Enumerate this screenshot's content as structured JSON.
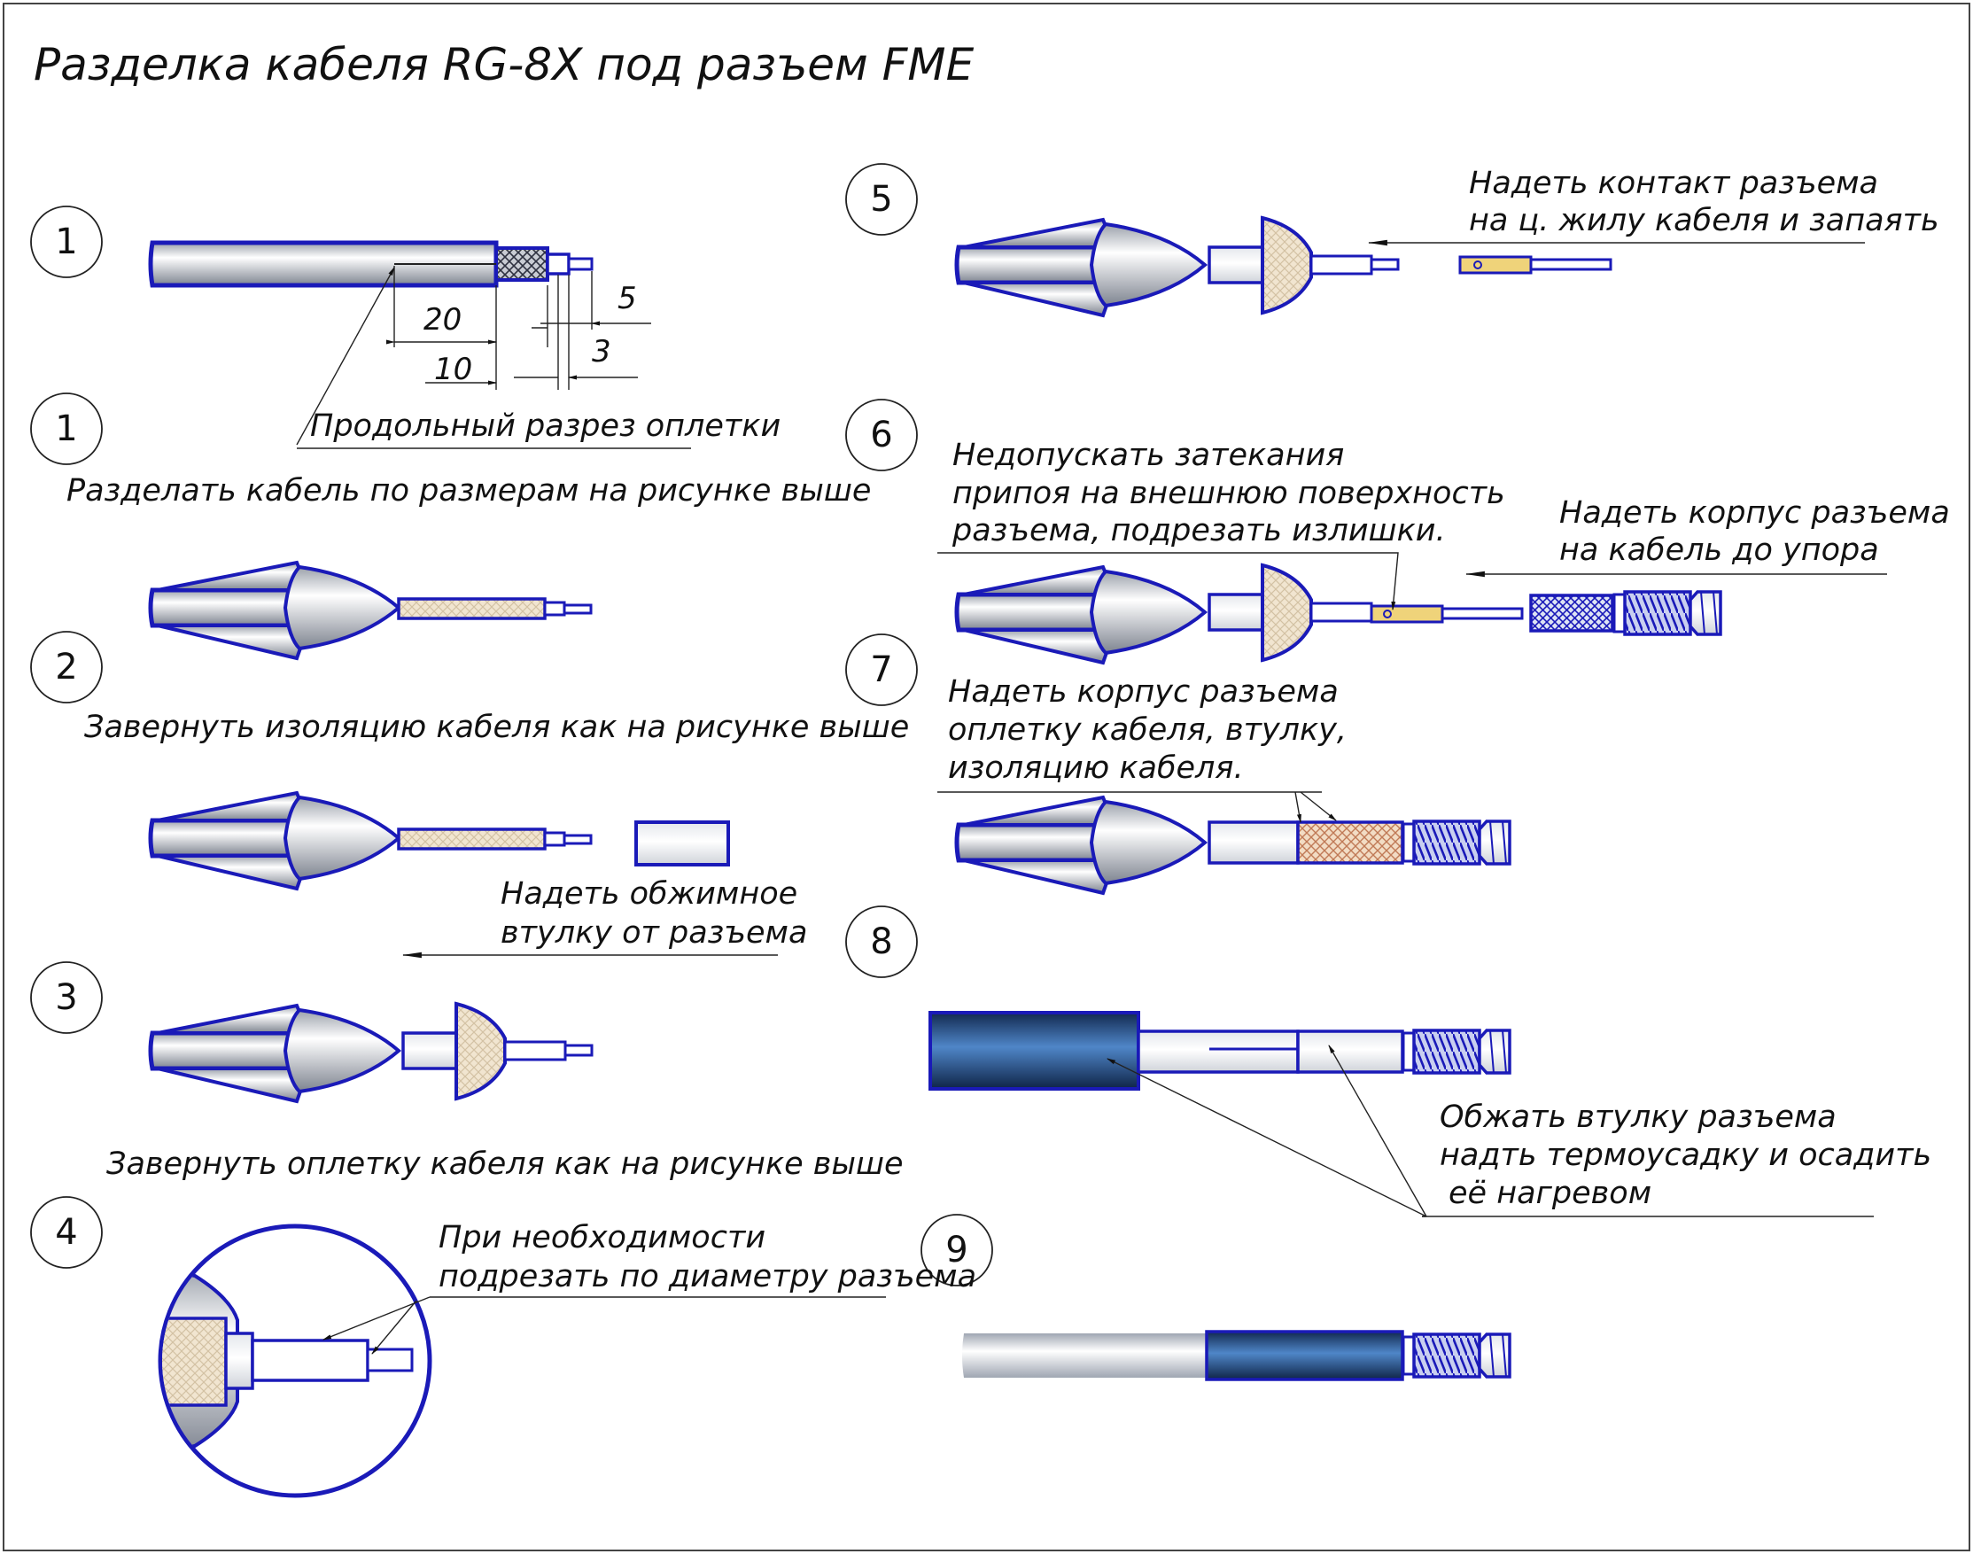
{
  "title": "Разделка кабеля RG-8X под разъем FME",
  "step_numbers": [
    "1",
    "1",
    "2",
    "3",
    "4",
    "5",
    "6",
    "7",
    "8",
    "9"
  ],
  "dimensions": {
    "d20": "20",
    "d10": "10",
    "d5": "5",
    "d3": "3"
  },
  "labels": {
    "slit": "Продольный разрез оплетки",
    "step1": "Разделать кабель по размерам на рисунке выше",
    "step2": "Завернуть изоляцию кабеля как на рисунке выше",
    "sleeve_1": "Надеть обжимное",
    "sleeve_2": "втулку от разъема",
    "step3": "Завернуть оплетку кабеля как на рисунке выше",
    "trim_1": "При необходимости",
    "trim_2": "подрезать по диаметру разъема",
    "contact_1": "Надеть контакт разъема",
    "contact_2": "на ц. жилу кабеля и запаять",
    "solder_1": "Недопускать затекания",
    "solder_2": "припоя на внешнюю поверхность",
    "solder_3": "разъема, подрезать излишки.",
    "body_1": "Надеть корпус разъема",
    "body_2": "на кабель до упора",
    "insert_1": "Надеть корпус разъема",
    "insert_2": "оплетку кабеля, втулку,",
    "insert_3": "изоляцию кабеля.",
    "crimp_1": "Обжать втулку разъема",
    "crimp_2": "надть термоусадку и осадить",
    "crimp_3": "её нагревом"
  },
  "colors": {
    "outline": "#1a1ab8",
    "jacket": "#b9bcc4",
    "braid": "#e9d9bf",
    "heatshrink": "#1e4d90"
  }
}
